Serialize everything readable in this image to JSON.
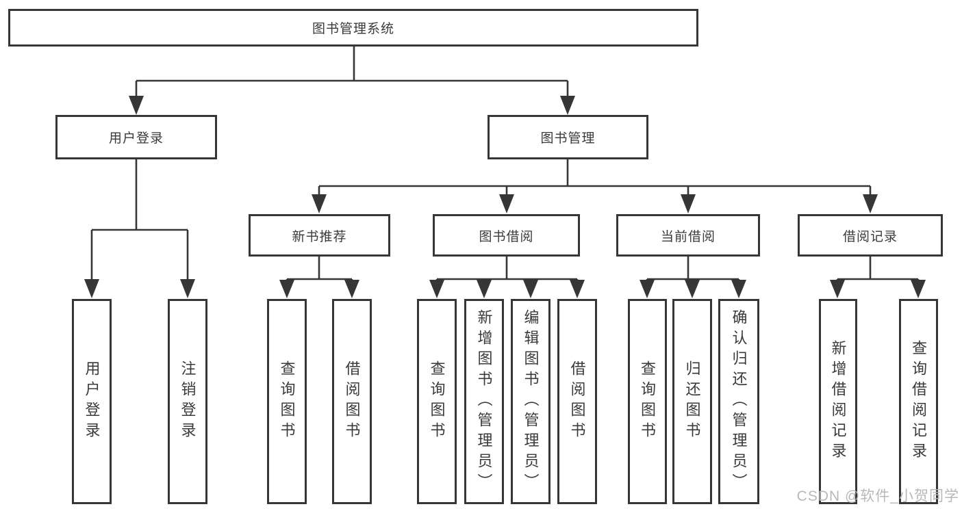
{
  "colors": {
    "line": "#363636",
    "box_border": "#363636",
    "text": "#3a3a3a",
    "background": "#ffffff",
    "watermark": "#b8b8b8"
  },
  "tree": {
    "root": {
      "label": "图书管理系统"
    },
    "login": {
      "label": "用户登录",
      "children": [
        {
          "label": "用户登录"
        },
        {
          "label": "注销登录"
        }
      ]
    },
    "mgmt": {
      "label": "图书管理",
      "groups": [
        {
          "label": "新书推荐",
          "children": [
            {
              "label": "查询图书"
            },
            {
              "label": "借阅图书"
            }
          ]
        },
        {
          "label": "图书借阅",
          "children": [
            {
              "label": "查询图书"
            },
            {
              "label": "新增图书（管理员）"
            },
            {
              "label": "编辑图书（管理员）"
            },
            {
              "label": "借阅图书"
            }
          ]
        },
        {
          "label": "当前借阅",
          "children": [
            {
              "label": "查询图书"
            },
            {
              "label": "归还图书"
            },
            {
              "label": "确认归还（管理员）"
            }
          ]
        },
        {
          "label": "借阅记录",
          "children": [
            {
              "label": "新增借阅记录"
            },
            {
              "label": "查询借阅记录"
            }
          ]
        }
      ]
    }
  },
  "watermark": {
    "text": "CSDN @软件_小贺同学"
  }
}
